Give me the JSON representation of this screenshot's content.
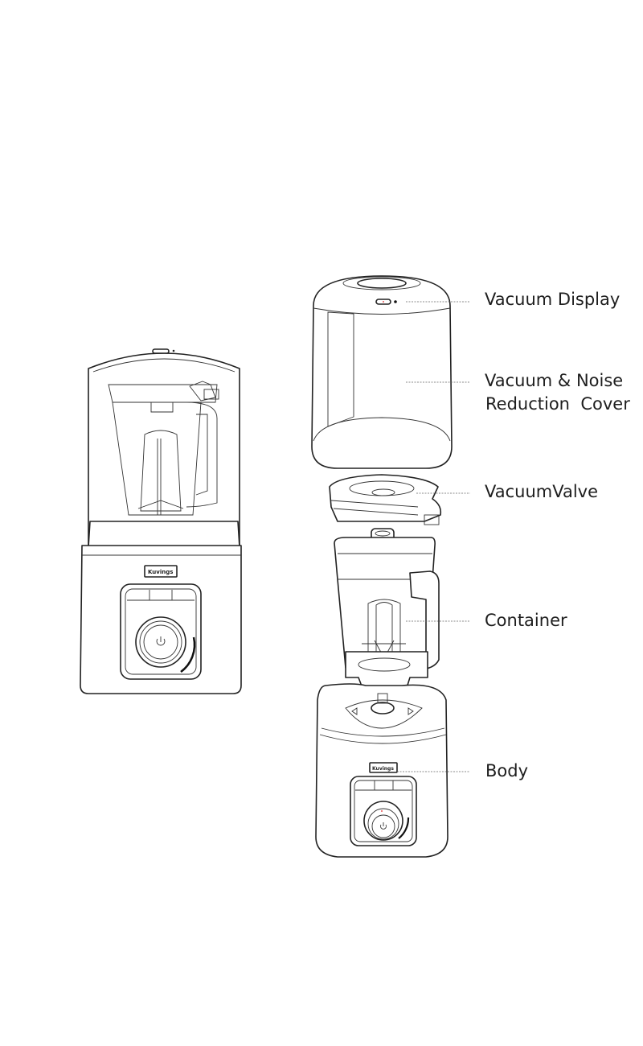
{
  "labels": {
    "vacuum_display": "Vacuum Display",
    "cover_line1": "Vacuum & Noise",
    "cover_line2": "Reduction  Cover",
    "vacuum_valve": "VacuumValve",
    "container": "Container",
    "body": "Body"
  },
  "brand_logo": "Kuvings",
  "colors": {
    "line": "#222222",
    "text": "#1e1e1e",
    "accent": "#e02020"
  }
}
